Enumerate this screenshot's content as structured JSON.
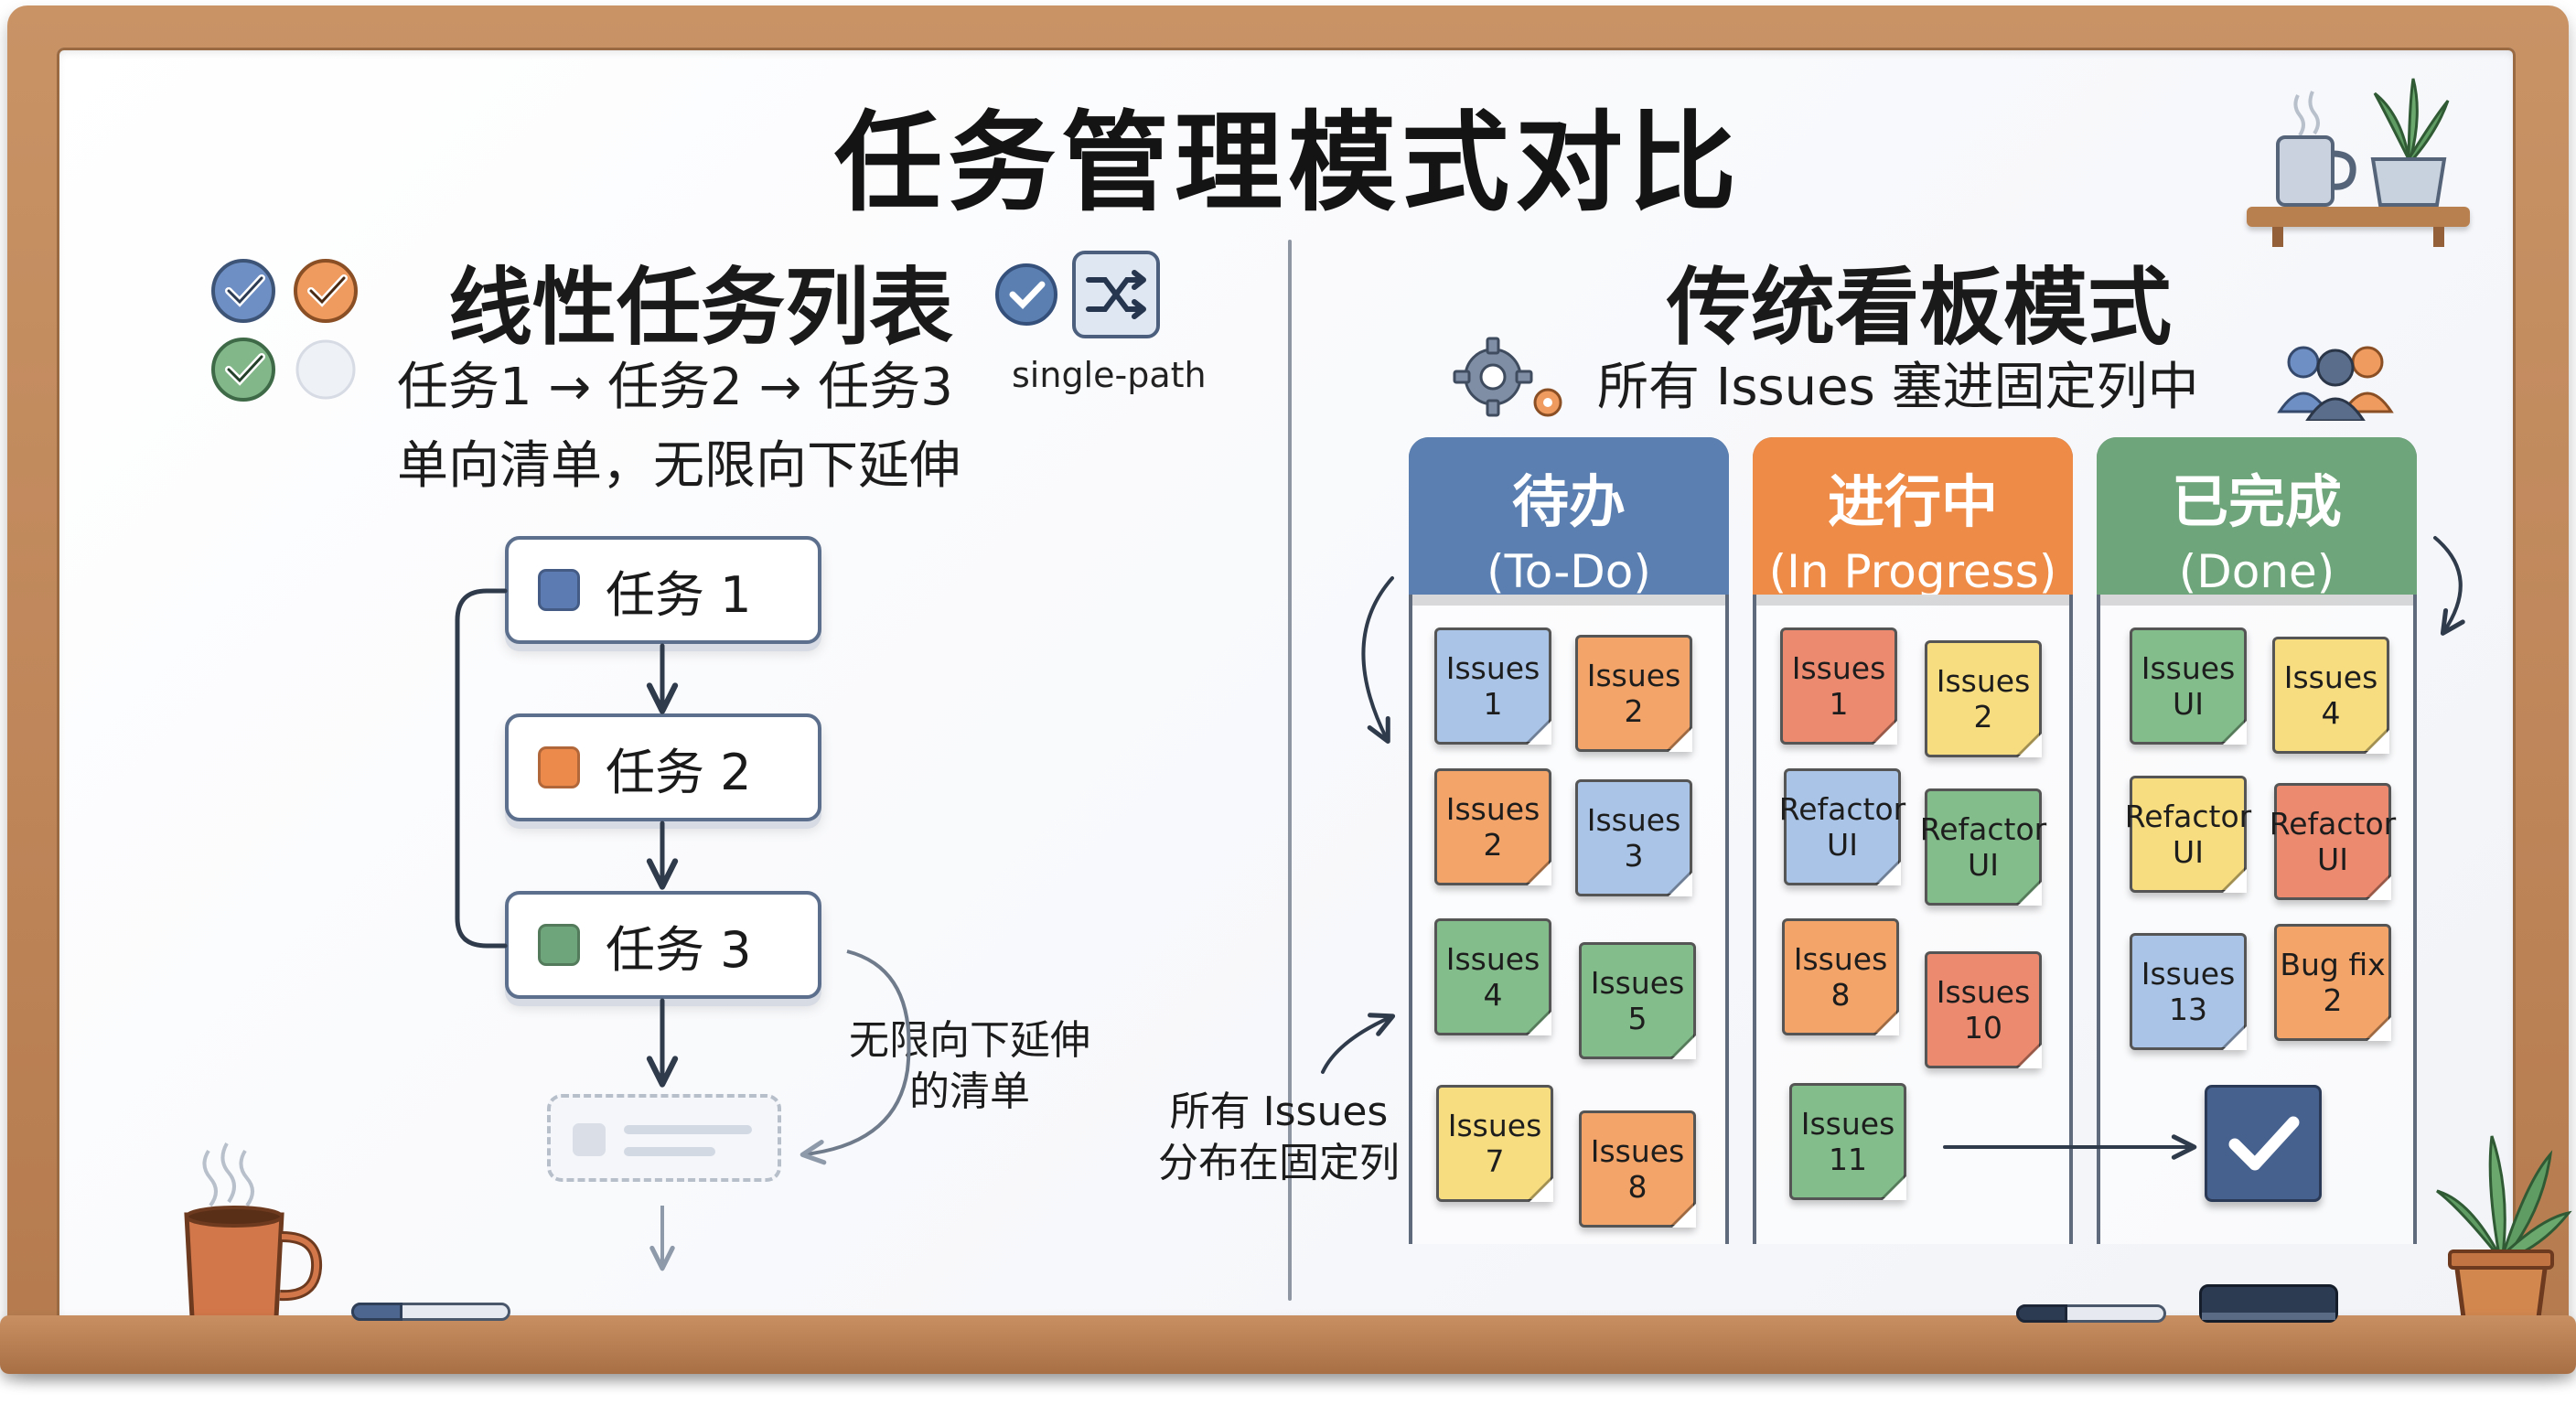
{
  "title": "任务管理模式对比",
  "linear": {
    "heading": "线性任务列表",
    "flow": "任务1 → 任务2 → 任务3",
    "desc": "单向清单，无限向下延伸",
    "path_label": "single-path",
    "tasks": [
      {
        "label": "任务 1",
        "color": "#5b7bb2"
      },
      {
        "label": "任务 2",
        "color": "#ec8a4c"
      },
      {
        "label": "任务 3",
        "color": "#6fa57a"
      }
    ],
    "annotation_line1": "无限向下延伸",
    "annotation_line2": "的清单"
  },
  "kanban": {
    "heading": "传统看板模式",
    "subtitle": "所有 Issues 塞进固定列中",
    "columns": [
      {
        "title": "待办",
        "subtitle": "(To-Do)",
        "color": "#5a7fb0",
        "notes": [
          [
            "Issues",
            "1"
          ],
          [
            "Issues",
            "2"
          ],
          [
            "Issues",
            "2"
          ],
          [
            "Issues",
            "3"
          ],
          [
            "Issues",
            "4"
          ],
          [
            "Issues",
            "5"
          ],
          [
            "Issues",
            "7"
          ],
          [
            "Issues",
            "8"
          ]
        ]
      },
      {
        "title": "进行中",
        "subtitle": "(In Progress)",
        "color": "#ee8b46",
        "notes": [
          [
            "Issues",
            "1"
          ],
          [
            "Issues",
            "2"
          ],
          [
            "Refactor",
            "UI"
          ],
          [
            "Refactor",
            "UI"
          ],
          [
            "Issues",
            "8"
          ],
          [
            "Issues",
            "10"
          ],
          [
            "Issues",
            "11"
          ]
        ]
      },
      {
        "title": "已完成",
        "subtitle": "(Done)",
        "color": "#6fa57a",
        "notes": [
          [
            "Issues",
            "UI"
          ],
          [
            "Issues",
            "4"
          ],
          [
            "Refactor",
            "UI"
          ],
          [
            "Refactor",
            "UI"
          ],
          [
            "Issues",
            "13"
          ],
          [
            "Bug fix",
            "2"
          ]
        ]
      }
    ],
    "annotation_line1": "所有 Issues",
    "annotation_line2": "分布在固定列"
  },
  "colors": {
    "blue": "#5a7fb0",
    "orange": "#ee8b46",
    "green": "#6fa57a",
    "done_check": "#46618e"
  }
}
